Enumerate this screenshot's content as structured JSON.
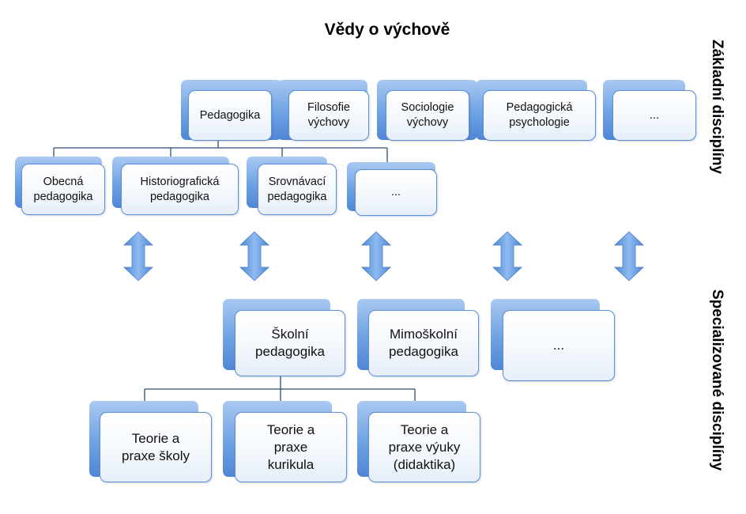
{
  "title": "Vědy o výchově",
  "side_labels": {
    "basic": "Základní  disciplíny",
    "specialized": "Specializované disciplíny"
  },
  "basic_disciplines": {
    "pedagogika": "Pedagogika",
    "filosofie": "Filosofie\nvýchovy",
    "sociologie": "Sociologie\nvýchovy",
    "psychologie": "Pedagogická\npsychologie",
    "more": "..."
  },
  "pedagogy_branches": {
    "obecna": "Obecná\npedagogika",
    "historiograficka": "Historiografická\npedagogika",
    "srovnavaci": "Srovnávací\npedagogika",
    "more": "..."
  },
  "specialized_disciplines": {
    "skolni": "Školní\npedagogika",
    "mimoskolni": "Mimoškolní\npedagogika",
    "more": "..."
  },
  "school_branches": {
    "skoly": "Teorie a\npraxe školy",
    "kurikula": "Teorie a\npraxe\nkurikula",
    "vyuky": "Teorie a\npraxe výuky\n(didaktika)"
  },
  "colors": {
    "tab_blue": "#6ea2e3",
    "border_blue": "#5b8fd9",
    "arrow_blue": "#6da3e6"
  },
  "icons": [
    "double-arrow-icon"
  ]
}
